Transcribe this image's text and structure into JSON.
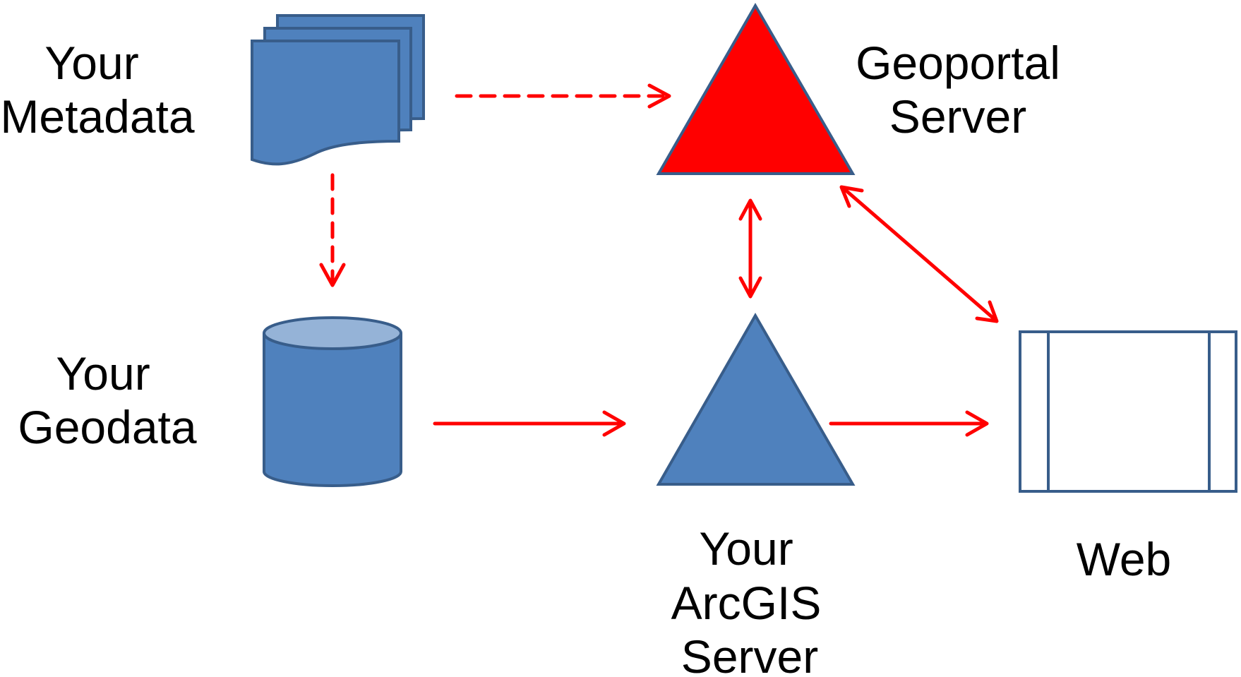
{
  "labels": {
    "metadata": [
      "Your",
      "Metadata"
    ],
    "geodata": [
      "Your",
      "Geodata"
    ],
    "geoportal": [
      "Geoportal",
      "Server"
    ],
    "arcgis": [
      "Your",
      "ArcGIS",
      "Server"
    ],
    "web": "Web"
  },
  "colors": {
    "shape_fill": "#4f81bd",
    "shape_stroke": "#385d8a",
    "cylinder_top": "#95b3d7",
    "geoportal_fill": "#ff0000",
    "arrow": "#ff0000",
    "web_stroke": "#385d8a",
    "text": "#000000"
  },
  "icons": {
    "metadata": "stacked-documents-icon",
    "geodata": "database-cylinder-icon",
    "geoportal": "red-triangle-icon",
    "arcgis": "blue-triangle-icon",
    "web": "browser-window-icon"
  },
  "connections": [
    {
      "from": "Your Metadata",
      "to": "Geoportal Server",
      "style": "dashed",
      "direction": "one-way"
    },
    {
      "from": "Your Metadata",
      "to": "Your Geodata",
      "style": "dashed",
      "direction": "one-way"
    },
    {
      "from": "Your Geodata",
      "to": "Your ArcGIS Server",
      "style": "solid",
      "direction": "one-way"
    },
    {
      "from": "Your ArcGIS Server",
      "to": "Web",
      "style": "solid",
      "direction": "one-way"
    },
    {
      "from": "Geoportal Server",
      "to": "Your ArcGIS Server",
      "style": "solid",
      "direction": "two-way"
    },
    {
      "from": "Geoportal Server",
      "to": "Web",
      "style": "solid",
      "direction": "two-way"
    }
  ]
}
